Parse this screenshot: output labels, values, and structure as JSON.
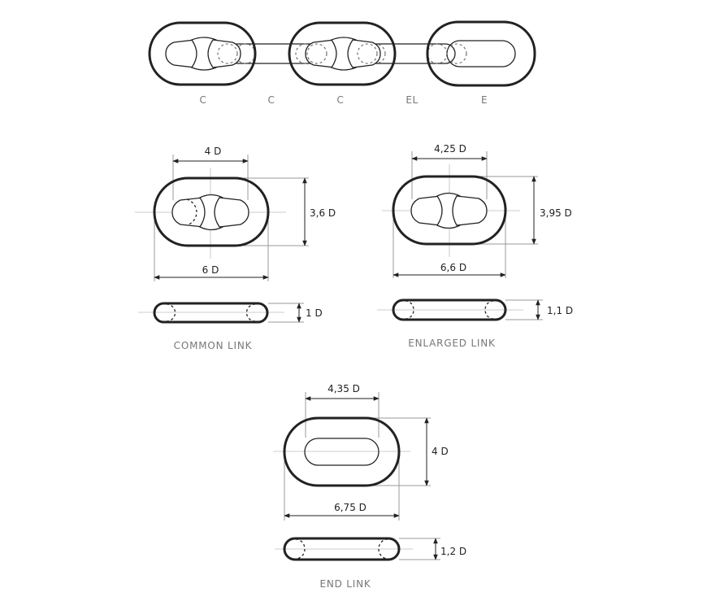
{
  "chain_codes": [
    "C",
    "C",
    "C",
    "EL",
    "E"
  ],
  "common_link": {
    "caption": "COMMON LINK",
    "inner_width": "4 D",
    "height": "3,6 D",
    "length": "6 D",
    "thickness": "1 D"
  },
  "enlarged_link": {
    "caption": "ENLARGED LINK",
    "inner_width": "4,25 D",
    "height": "3,95 D",
    "length": "6,6 D",
    "thickness": "1,1 D"
  },
  "end_link": {
    "caption": "END LINK",
    "inner_width": "4,35 D",
    "height": "4 D",
    "length": "6,75 D",
    "thickness": "1,2 D"
  },
  "colors": {
    "stroke": "#222222",
    "label": "#777777",
    "extension": "#999999"
  }
}
